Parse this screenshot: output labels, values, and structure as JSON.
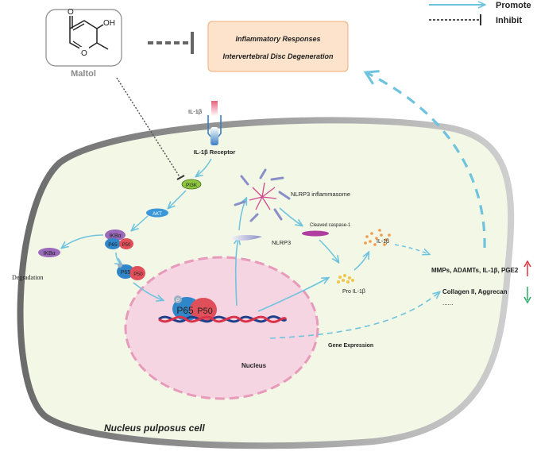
{
  "legend": {
    "promote_label": "Promote",
    "inhibit_label": "Inhibit"
  },
  "compound": {
    "name": "Maltol",
    "hydroxyl": "OH",
    "ring_oxygen": "O",
    "carbonyl_oxygen": "O"
  },
  "outcome": {
    "line1": "Inflammatory Responses",
    "line2": "Intervertebral Disc Degeneration"
  },
  "signaling": {
    "ligand": "IL-1β",
    "receptor": "IL-1β Receptor",
    "pi3k": "PI3K",
    "akt": "AKT",
    "ikba": "IKBα",
    "p65": "P65",
    "p50": "P50",
    "phospho": "P",
    "ikba_free": "IKBα",
    "degradation": "Degradation"
  },
  "inflammasome": {
    "complex": "NLRP3 inflammasome",
    "monomer": "NLRP3",
    "caspase": "Cleaved caspase-1",
    "pro_il1b": "Pro IL-1β",
    "il1b": "IL-1β"
  },
  "nucleus": {
    "label": "Nucleus",
    "gene_expression": "Gene Expression"
  },
  "cell": {
    "label": "Nucleus pulposus cell"
  },
  "effects": {
    "up": "MMPs, ADAMTs, IL-1β, PGE2",
    "down": "Collagen II, Aggrecan",
    "ellipsis": "......"
  },
  "colors": {
    "promote": "#6ec3de",
    "inhibit": "#555555",
    "cell_fill": "#f2f7e6",
    "nucleus_fill": "#f6d5e3",
    "outcome_fill": "#fde3cc",
    "up_arrow": "#e0323c",
    "down_arrow": "#2eaa6a"
  }
}
